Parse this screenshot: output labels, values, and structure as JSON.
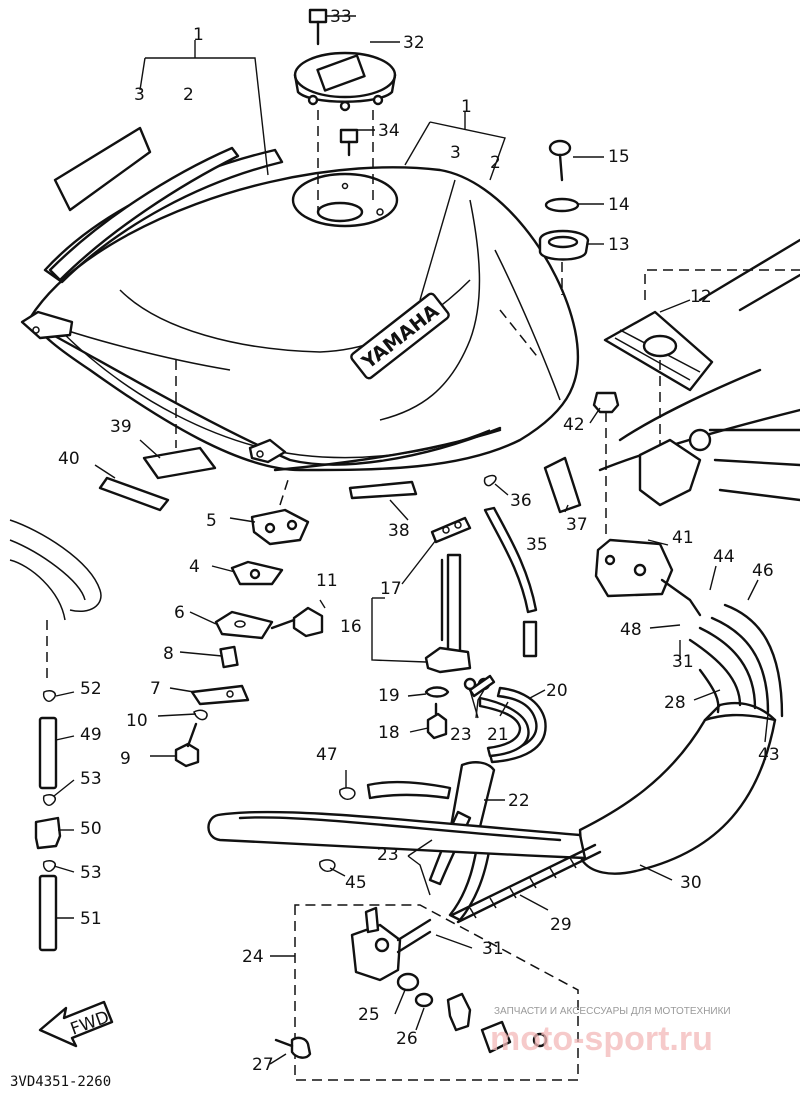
{
  "diagram": {
    "part_numbers": [
      "1",
      "2",
      "3",
      "4",
      "5",
      "6",
      "7",
      "8",
      "9",
      "10",
      "11",
      "12",
      "13",
      "14",
      "15",
      "16",
      "17",
      "18",
      "19",
      "20",
      "21",
      "22",
      "23",
      "24",
      "25",
      "26",
      "27",
      "28",
      "29",
      "30",
      "31",
      "32",
      "33",
      "34",
      "35",
      "36",
      "37",
      "38",
      "39",
      "40",
      "41",
      "42",
      "43",
      "44",
      "45",
      "46",
      "47",
      "48",
      "49",
      "50",
      "51",
      "52",
      "53"
    ],
    "tank_emblem": "YAMAHA",
    "fwd_label": "FWD",
    "diagram_code": "3VD4351-2260"
  },
  "watermark": {
    "caption": "ЗАПЧАСТИ И АКСЕССУАРЫ ДЛЯ МОТОТЕХНИКИ",
    "logo": "moto-sport.ru"
  }
}
